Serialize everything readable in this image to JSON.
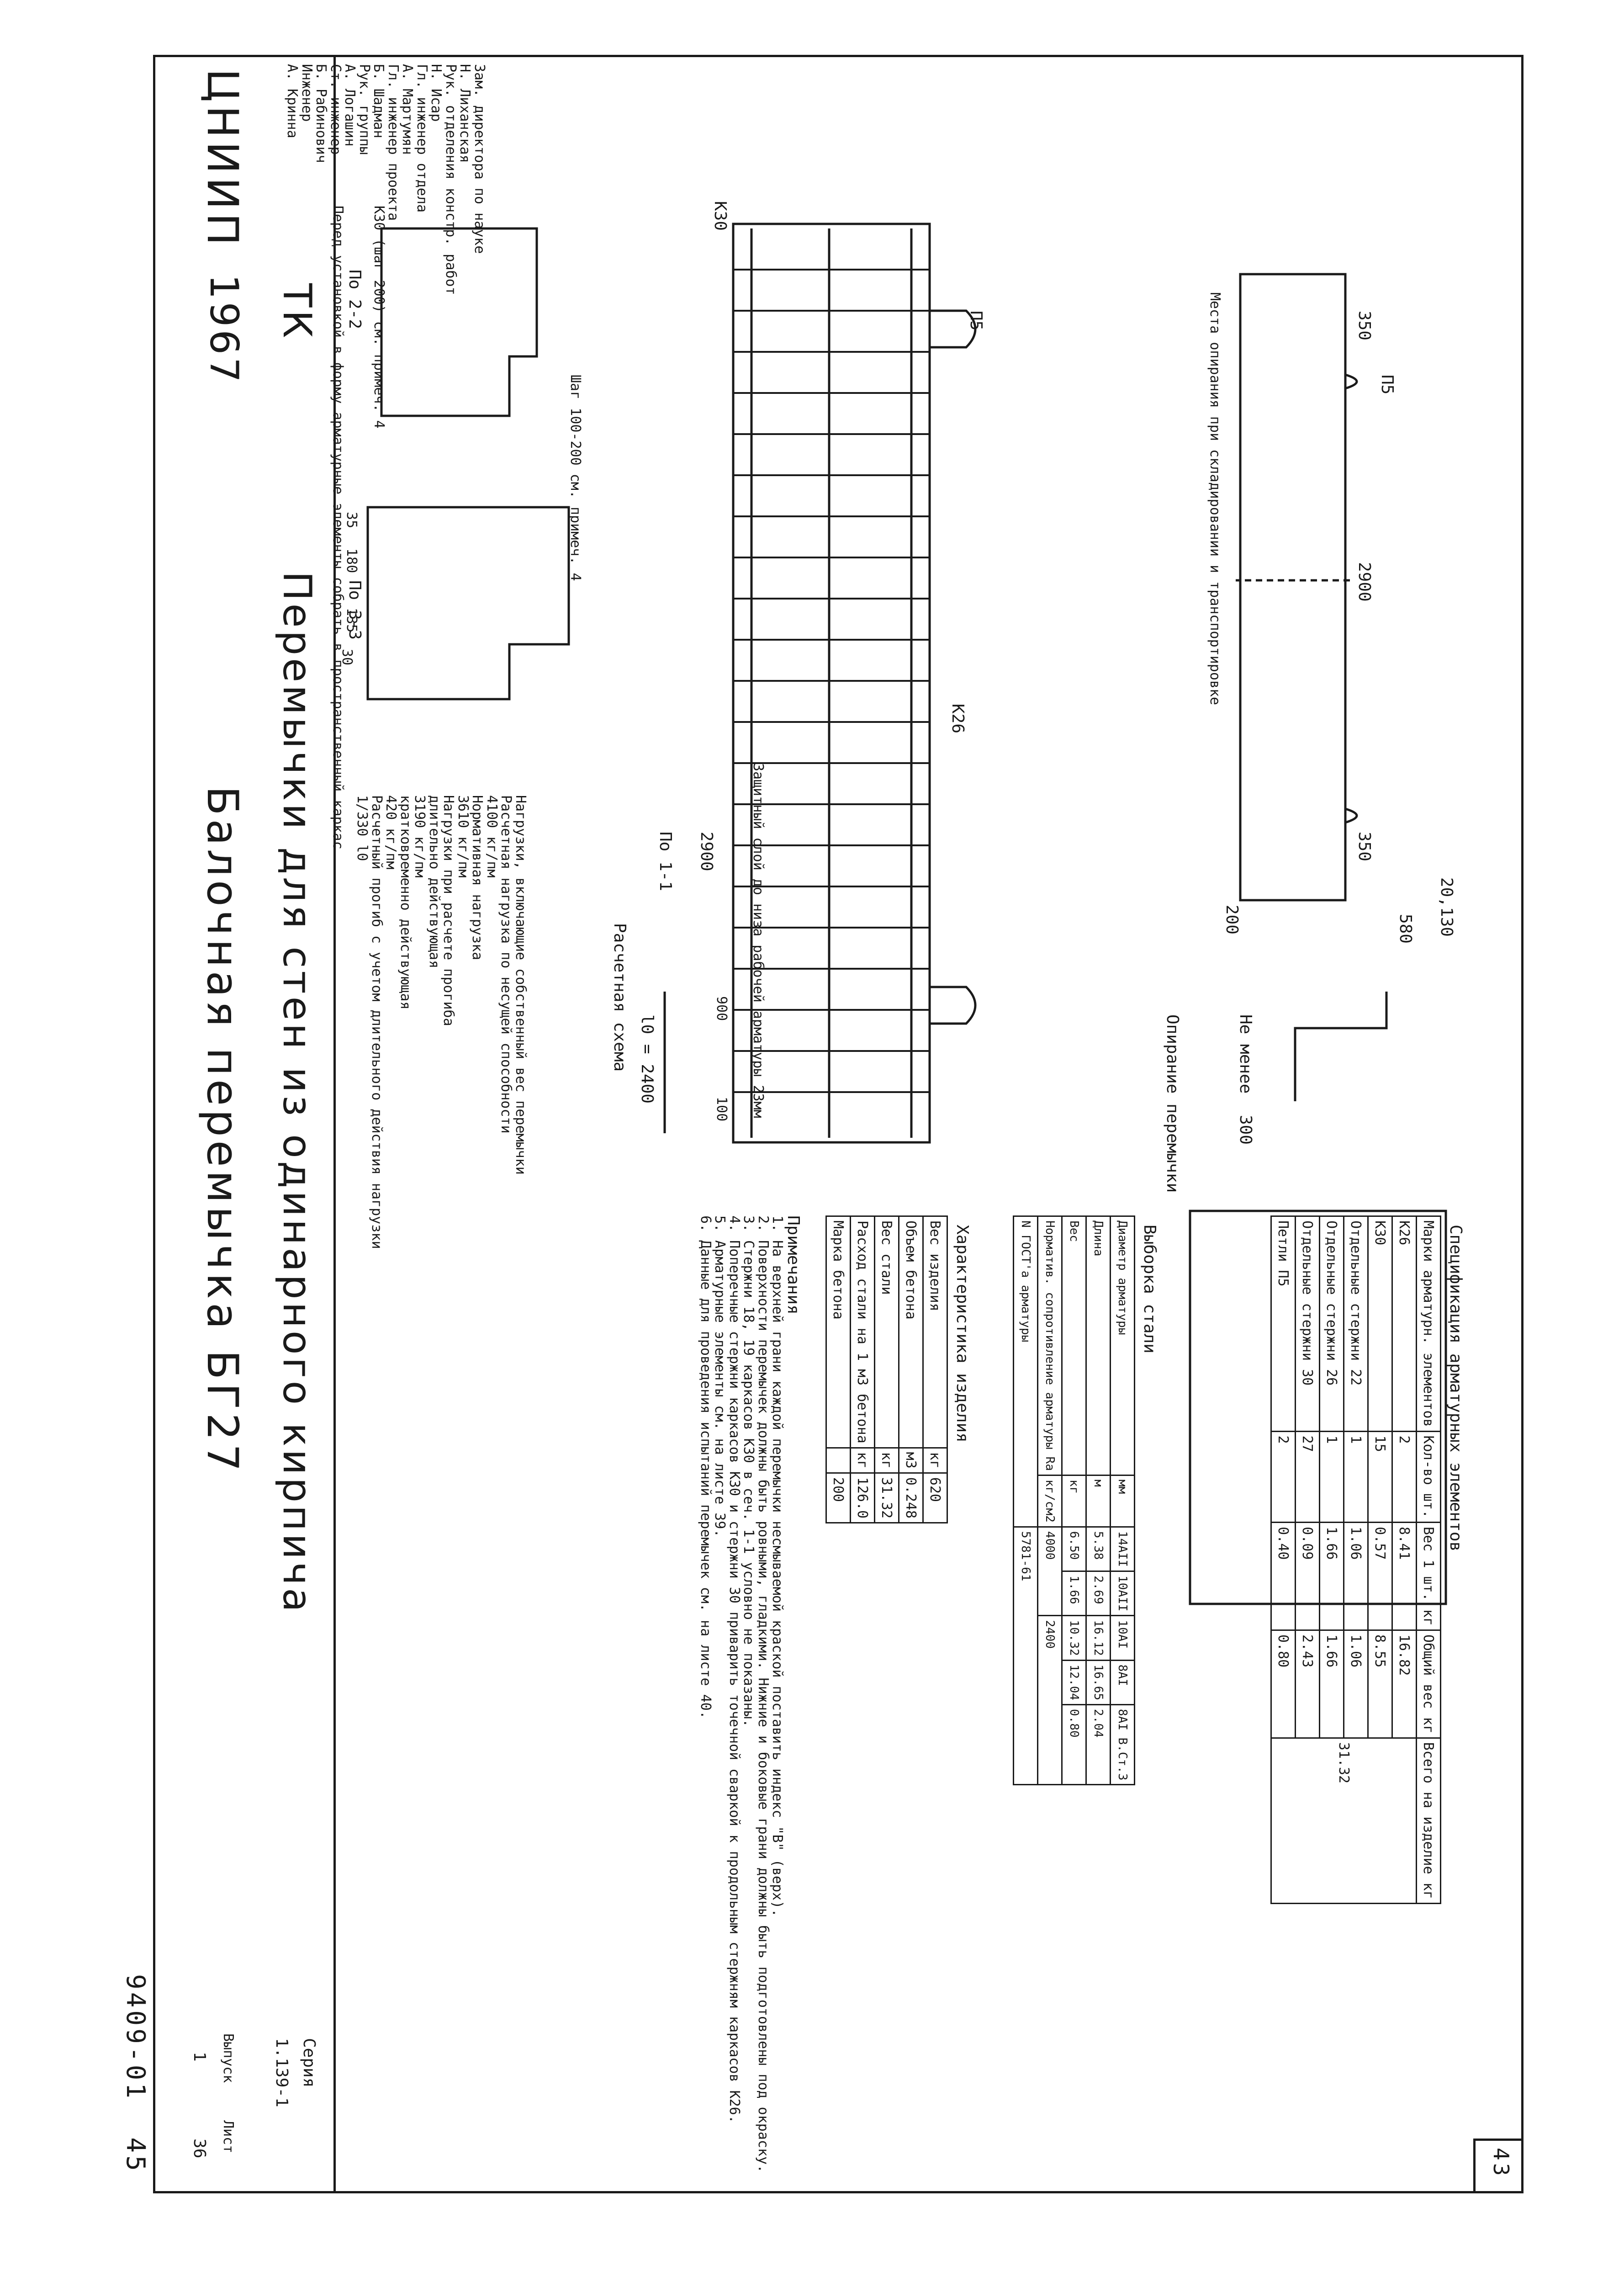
{
  "page_number": "43",
  "handwritten_index": "9409-01  45",
  "stamp_year": "1967",
  "stamp_tk": "ТК",
  "org_logo": "ЦНИИП",
  "main_title": "Перемычки для стен из одинарного кирпича",
  "sub_title": "Балочная перемычка БГ27",
  "series": {
    "label": "Серия",
    "value": "1.139-1",
    "issue_label": "Выпуск",
    "issue": "1",
    "sheet_label": "Лист",
    "sheet": "36"
  },
  "signatures": [
    {
      "role": "Зам. директора по науке",
      "name": "Н. Лиханская"
    },
    {
      "role": "Рук. отделения констр. работ",
      "name": "Н. Исар"
    },
    {
      "role": "Гл. инженер отдела",
      "name": "А. Мартумян"
    },
    {
      "role": "Гл. инженер проекта",
      "name": "Б. Шадман"
    },
    {
      "role": "Рук. группы",
      "name": "А. Логашин"
    },
    {
      "role": "Ст. инженер",
      "name": "Б. Рабинович"
    },
    {
      "role": "Инженер",
      "name": "А. Кринна"
    }
  ],
  "spec_table": {
    "title": "Спецификация арматурных элементов",
    "headers": [
      "Марки арматурн. элементов",
      "Кол-во шт.",
      "Вес 1 шт. кг",
      "Общий вес кг",
      "Всего на изделие кг"
    ],
    "rows": [
      [
        "К26",
        "2",
        "8.41",
        "16.82"
      ],
      [
        "К30",
        "15",
        "0.57",
        "8.55"
      ],
      [
        "Отдельные стержни 22",
        "1",
        "1.06",
        "1.06"
      ],
      [
        "Отдельные стержни 26",
        "1",
        "1.66",
        "1.66"
      ],
      [
        "Отдельные стержни 30",
        "27",
        "0.09",
        "2.43"
      ],
      [
        "Петли П5",
        "2",
        "0.40",
        "0.80"
      ]
    ],
    "total": "31.32"
  },
  "steel_table": {
    "title": "Выборка стали",
    "headers": [
      "Диаметр арматуры",
      "мм",
      "14АII",
      "10АII",
      "10АI",
      "8АI",
      "8АI В.Ст.3"
    ],
    "rows": [
      [
        "Длина",
        "м",
        "5.38",
        "2.69",
        "16.12",
        "16.65",
        "2.04"
      ],
      [
        "Вес",
        "кг",
        "6.50",
        "1.66",
        "10.32",
        "12.04",
        "0.80"
      ],
      [
        "Норматив. сопротивление арматуры Rа",
        "кг/см2",
        "4000",
        "",
        "2400",
        "",
        ""
      ],
      [
        "N ГОСТ'а арматуры",
        "",
        "5781-61",
        "",
        "",
        "",
        ""
      ]
    ]
  },
  "char_table": {
    "title": "Характеристика изделия",
    "rows": [
      [
        "Вес изделия",
        "кг",
        "620"
      ],
      [
        "Объем бетона",
        "м3",
        "0.248"
      ],
      [
        "Вес стали",
        "кг",
        "31.32"
      ],
      [
        "Расход стали на 1 м3 бетона",
        "кг",
        "126.0"
      ],
      [
        "Марка бетона",
        "",
        "200"
      ]
    ]
  },
  "notes": {
    "title": "Примечания",
    "items": [
      "1. На верхней грани каждой перемычки несмываемой краской поставить индекс \"В\" (верх).",
      "2. Поверхности перемычек должны быть ровными, гладкими. Нижние и боковые грани должны быть подготовлены под окраску.",
      "3. Стержни 18, 19 каркасов К30 в сеч. 1-1 условно не показаны.",
      "4. Поперечные стержни каркасов К30 и стержни 30 приварить точечной сваркой к продольным стержням каркасов К26.",
      "5. Арматурные элементы см. на листе 39.",
      "6. Данные для проведения испытаний перемычек см. на листе 40."
    ]
  },
  "support": {
    "title": "Опирание перемычки",
    "min_label": "Не менее",
    "min_value": "300"
  },
  "loads": {
    "title": "Нагрузки, включающие собственный вес перемычки",
    "design_label": "Расчетная нагрузка по несущей способности",
    "design_value": "4100 кг/пм",
    "normative_label": "Нормативная нагрузка",
    "normative_value": "3610 кг/пм",
    "defl_title": "Нагрузки при расчете прогиба",
    "long_label": "длительно действующая",
    "long_value": "3190 кг/пм",
    "short_label": "кратковременно действующая",
    "short_value": "420 кг/пм",
    "deflection_label": "Расчетный прогиб с учетом длительного действия нагрузки",
    "deflection_value": "1/330 l0"
  },
  "scheme": {
    "title": "Расчетная схема",
    "span": "l0 = 2400"
  },
  "section_labels": {
    "s11": "По 1-1",
    "s22": "По 2-2",
    "s33": "По 3-3"
  },
  "dims": {
    "length": "2900",
    "d350": "350",
    "d200": "200",
    "d580": "580",
    "d100": "100",
    "d900": "900",
    "d135": "135",
    "d180": "180",
    "d35": "35",
    "d30": "30",
    "d20_130": "20,130"
  },
  "labels": {
    "p5": "П5",
    "k26": "К26",
    "k30": "К30",
    "support_note": "Места опирания при складировании и транспортировке",
    "cover": "Защитный слой до низа рабочей арматуры 23мм",
    "step1": "Шаг 100-200 см. примеч. 4",
    "step2": "К30 (шаг 200) см. примеч. 4",
    "assembly": "Перед установкой в форму арматурные элементы собрать в пространственный каркас."
  }
}
